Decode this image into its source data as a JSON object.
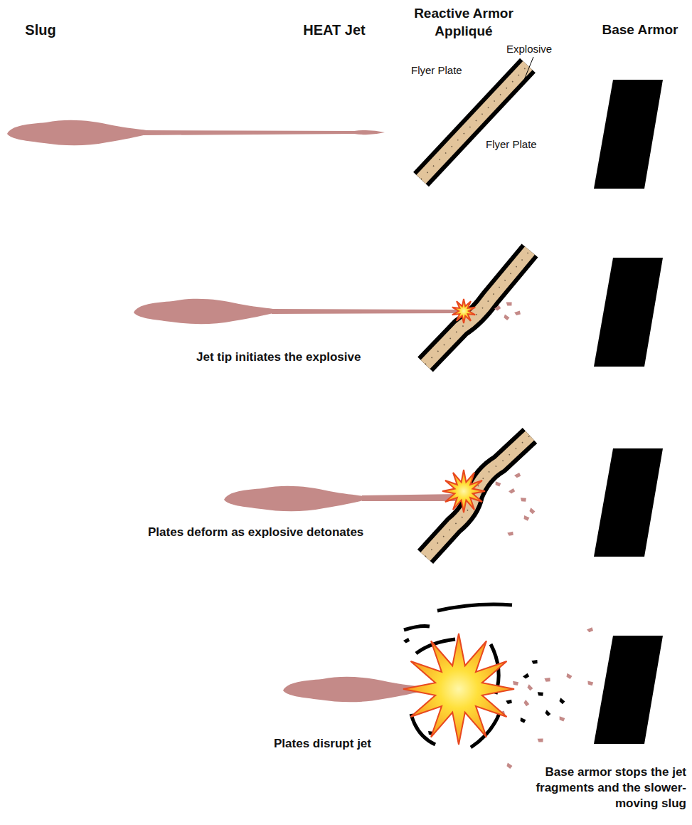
{
  "diagram": {
    "labels": [
      "Slug",
      "HEAT Jet",
      "Reactive Armor Appliqué",
      "Base Armor",
      "Explosive",
      "Flyer Plate",
      "Flyer Plate",
      "Jet tip initiates the explosive",
      "Plates deform as explosive detonates",
      "Plates disrupt jet",
      "Base armor stops the jet fragments and the slower-moving slug"
    ]
  }
}
